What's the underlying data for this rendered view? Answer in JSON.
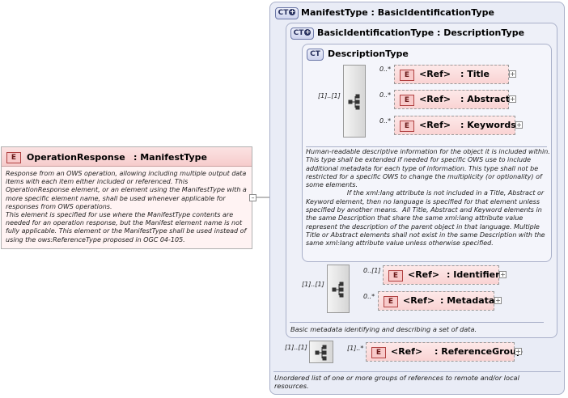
{
  "root": {
    "badge": "E",
    "name": "OperationResponse",
    "type": ": ManifestType",
    "doc": "Response from an OWS operation, allowing including multiple output data items with each item either included or referenced. This OperationResponse element, or an element using the ManifestType with a more specific element name, shall be used whenever applicable for responses from OWS operations.\nThis element is specified for use where the ManifestType contents are needed for an operation response, but the Manifest element name is not fully applicable. This element or the ManifestType shall be used instead of using the ows:ReferenceType proposed in OGC 04-105.",
    "collapse": "–"
  },
  "manifest_type": {
    "badge": "CT",
    "title": "ManifestType : BasicIdentificationType",
    "doc": "Unordered list of one or more groups of references to remote and/or local resources."
  },
  "basic_identification_type": {
    "badge": "CT",
    "title": "BasicIdentificationType : DescriptionType",
    "doc": "Basic metadata identifying and describing a set of data."
  },
  "description_type": {
    "badge": "CT",
    "title": "DescriptionType",
    "doc": "Human-readable descriptive information for the object it is included within. This type shall be extended if needed for specific OWS use to include additional metadata for each type of information. This type shall not be restricted for a specific OWS to change the multiplicity (or optionality) of some elements.\n                    If the xml:lang attribute is not included in a Title, Abstract or Keyword element, then no language is specified for that element unless specified by another means.  All Title, Abstract and Keyword elements in the same Description that share the same xml:lang attribute value represent the description of the parent object in that language. Multiple Title or Abstract elements shall not exist in the same Description with the same xml:lang attribute value unless otherwise specified."
  },
  "sequences": {
    "description_occ": "[1]..[1]",
    "basic_occ": "[1]..[1]",
    "manifest_occ": "[1]..[1]"
  },
  "elements": {
    "title": {
      "badge": "E",
      "ref": "<Ref>",
      "name": ": Title",
      "occ": "0..*",
      "expander": "+"
    },
    "abstract": {
      "badge": "E",
      "ref": "<Ref>",
      "name": ": Abstract",
      "occ": "0..*",
      "expander": "+"
    },
    "keywords": {
      "badge": "E",
      "ref": "<Ref>",
      "name": ": Keywords",
      "occ": "0..*",
      "expander": "+"
    },
    "identifier": {
      "badge": "E",
      "ref": "<Ref>",
      "name": ": Identifier",
      "occ": "0..[1]",
      "expander": "+"
    },
    "metadata": {
      "badge": "E",
      "ref": "<Ref>",
      "name": ": Metadata",
      "occ": "0..*",
      "expander": "+"
    },
    "referencegroup": {
      "badge": "E",
      "ref": "<Ref>",
      "name": ": ReferenceGroup",
      "occ": "[1]..*",
      "expander": "+"
    }
  }
}
